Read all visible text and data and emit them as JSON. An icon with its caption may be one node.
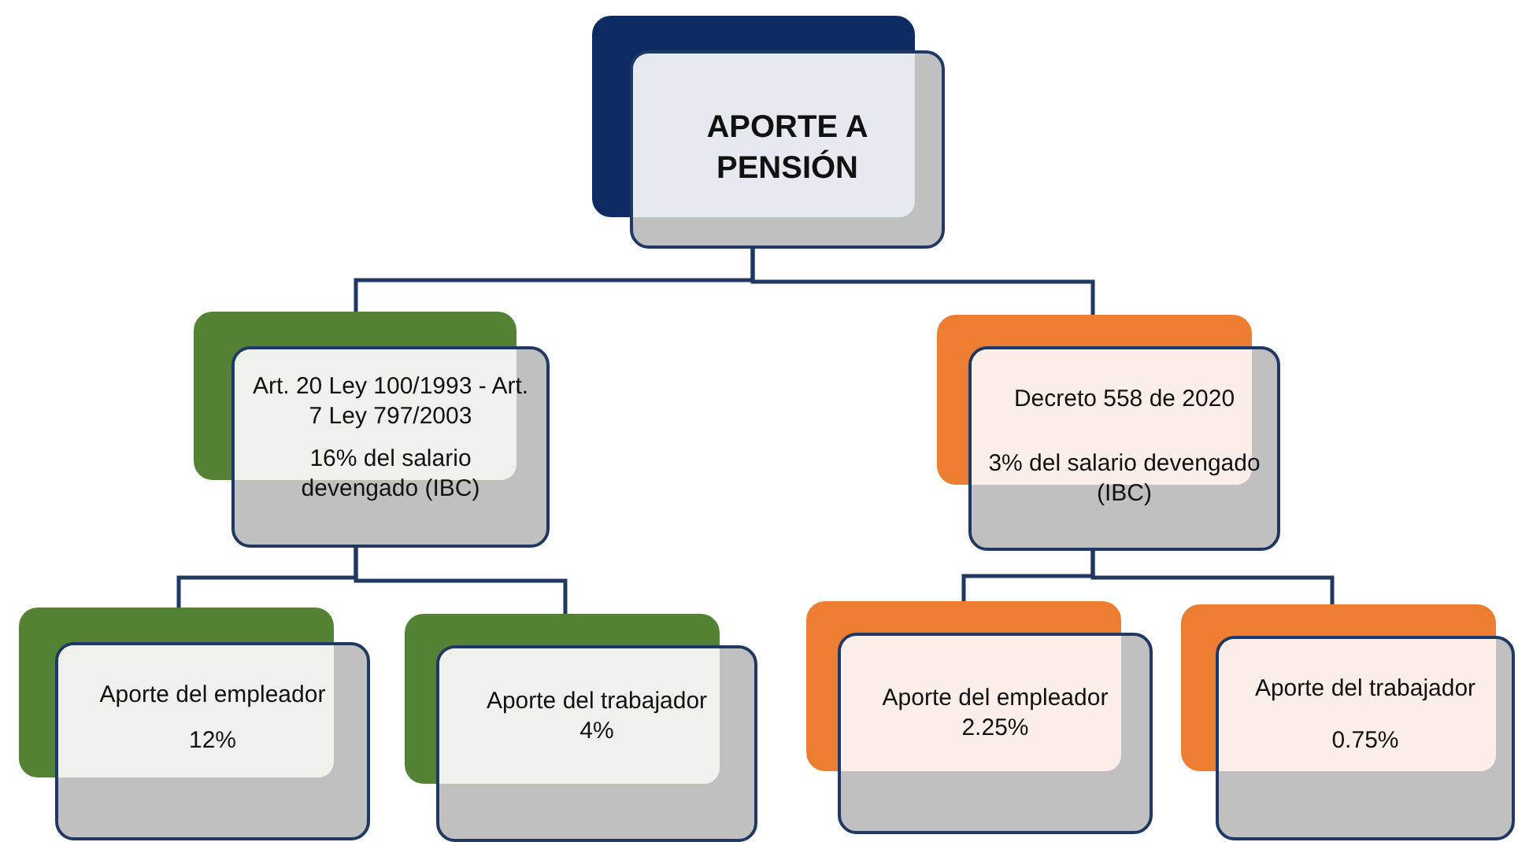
{
  "diagram": {
    "nodes": [
      {
        "text": [
          "APORTE A PENSIÓN"
        ]
      },
      {
        "text": [
          "Art. 20 Ley 100/1993 - Art. 7 Ley 797/2003",
          "16% del salario devengado (IBC)"
        ]
      },
      {
        "text": [
          "Decreto 558 de 2020",
          "3% del salario devengado (IBC)"
        ]
      },
      {
        "text": [
          "Aporte del empleador",
          "12%"
        ]
      },
      {
        "text": [
          "Aporte del trabajador",
          "4%"
        ]
      },
      {
        "text": [
          "Aporte del empleador",
          "2.25%"
        ]
      },
      {
        "text": [
          "Aporte del trabajador",
          "0.75%"
        ]
      }
    ],
    "edges": [
      {
        "from": 0,
        "to": 1,
        "arrow": "none"
      },
      {
        "from": 0,
        "to": 2,
        "arrow": "none"
      },
      {
        "from": 1,
        "to": 3,
        "arrow": "none"
      },
      {
        "from": 1,
        "to": 4,
        "arrow": "none"
      },
      {
        "from": 2,
        "to": 5,
        "arrow": "none"
      },
      {
        "from": 2,
        "to": 6,
        "arrow": "none"
      }
    ]
  }
}
